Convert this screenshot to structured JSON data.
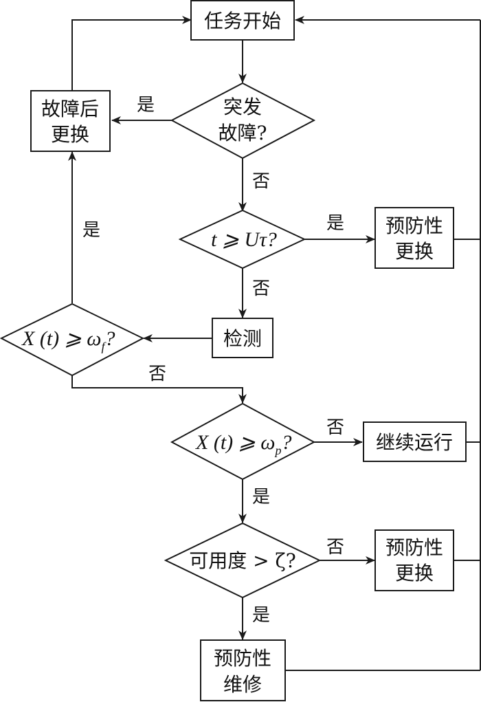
{
  "diagram": {
    "type": "flowchart",
    "nodes": {
      "start": {
        "kind": "process",
        "lines": [
          "任务开始"
        ]
      },
      "sudden_failure": {
        "kind": "decision",
        "lines": [
          "突发",
          "故障?"
        ]
      },
      "post_failure_replace": {
        "kind": "process",
        "lines": [
          "故障后",
          "更换"
        ]
      },
      "time_check": {
        "kind": "decision",
        "text_main": "t ⩾ Uτ?"
      },
      "preventive_replace_1": {
        "kind": "process",
        "lines": [
          "预防性",
          "更换"
        ]
      },
      "inspect": {
        "kind": "process",
        "lines": [
          "检测"
        ]
      },
      "failure_threshold": {
        "kind": "decision",
        "text_main": "X (t) ⩾ ω",
        "text_sub": "f",
        "text_tail": "?"
      },
      "pm_threshold": {
        "kind": "decision",
        "text_main": "X (t) ⩾ ω",
        "text_sub": "p",
        "text_tail": "?"
      },
      "continue_run": {
        "kind": "process",
        "lines": [
          "继续运行"
        ]
      },
      "availability_check": {
        "kind": "decision",
        "text_main": "可用度 > ζ?"
      },
      "preventive_replace_2": {
        "kind": "process",
        "lines": [
          "预防性",
          "更换"
        ]
      },
      "preventive_maintain": {
        "kind": "process",
        "lines": [
          "预防性",
          "维修"
        ]
      }
    },
    "edge_labels": {
      "sudden_yes": "是",
      "sudden_no": "否",
      "time_yes": "是",
      "time_no": "否",
      "fail_yes": "是",
      "fail_no": "否",
      "pm_no": "否",
      "pm_yes": "是",
      "avail_no": "否",
      "avail_yes": "是"
    },
    "edges": [
      {
        "from": "start",
        "to": "sudden_failure"
      },
      {
        "from": "sudden_failure",
        "to": "post_failure_replace",
        "label": "是"
      },
      {
        "from": "sudden_failure",
        "to": "time_check",
        "label": "否"
      },
      {
        "from": "post_failure_replace",
        "to": "start"
      },
      {
        "from": "time_check",
        "to": "preventive_replace_1",
        "label": "是"
      },
      {
        "from": "time_check",
        "to": "inspect",
        "label": "否"
      },
      {
        "from": "inspect",
        "to": "failure_threshold"
      },
      {
        "from": "failure_threshold",
        "to": "post_failure_replace",
        "label": "是"
      },
      {
        "from": "failure_threshold",
        "to": "pm_threshold",
        "label": "否"
      },
      {
        "from": "pm_threshold",
        "to": "continue_run",
        "label": "否"
      },
      {
        "from": "pm_threshold",
        "to": "availability_check",
        "label": "是"
      },
      {
        "from": "availability_check",
        "to": "preventive_replace_2",
        "label": "否"
      },
      {
        "from": "availability_check",
        "to": "preventive_maintain",
        "label": "是"
      },
      {
        "from": "preventive_replace_1",
        "to": "start"
      },
      {
        "from": "continue_run",
        "to": "start"
      },
      {
        "from": "preventive_replace_2",
        "to": "start"
      },
      {
        "from": "preventive_maintain",
        "to": "start"
      }
    ]
  }
}
